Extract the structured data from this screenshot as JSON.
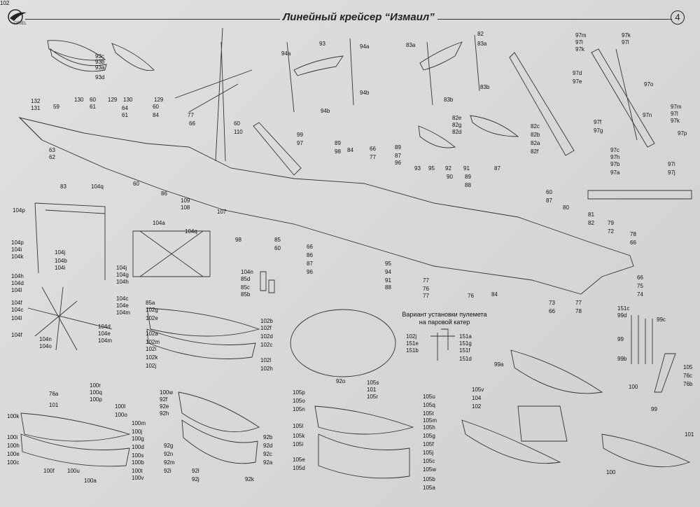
{
  "header": {
    "title": "Линейный крейсер “Измаил”",
    "page_number": "4",
    "logo_text": "ORIEL"
  },
  "note": {
    "line1": "Вариант установки пулемета",
    "line2": "на паровой катер"
  },
  "labels": [
    "93c",
    "93b",
    "93a",
    "93d",
    "93",
    "94a",
    "94a",
    "94b",
    "94b",
    "82",
    "83a",
    "83a",
    "83b",
    "83b",
    "97m",
    "97l",
    "97k",
    "97k",
    "97l",
    "97d",
    "97e",
    "97o",
    "97m",
    "97l",
    "97k",
    "97f",
    "97g",
    "97p",
    "97n",
    "97c",
    "97h",
    "97b",
    "97a",
    "97i",
    "97j",
    "82e",
    "82g",
    "82d",
    "82c",
    "82b",
    "82a",
    "82f",
    "132",
    "131",
    "59",
    "130",
    "60",
    "61",
    "129",
    "130",
    "64",
    "61",
    "129",
    "60",
    "84",
    "63",
    "62",
    "77",
    "66",
    "60",
    "110",
    "99",
    "97",
    "89",
    "98",
    "84",
    "66",
    "77",
    "89",
    "87",
    "96",
    "93",
    "95",
    "92",
    "91",
    "87",
    "90",
    "89",
    "88",
    "60",
    "86",
    "109",
    "108",
    "107",
    "98",
    "85",
    "60",
    "66",
    "86",
    "87",
    "96",
    "95",
    "94",
    "91",
    "88",
    "60",
    "87",
    "80",
    "81",
    "82",
    "79",
    "72",
    "78",
    "66",
    "77",
    "76",
    "77",
    "66",
    "75",
    "74",
    "73",
    "66",
    "77",
    "78",
    "76",
    "84",
    "83",
    "104q",
    "104p",
    "104a",
    "104q",
    "104p",
    "104i",
    "104k",
    "104j",
    "104b",
    "104i",
    "104j",
    "104g",
    "104h",
    "104h",
    "104d",
    "104l",
    "104c",
    "104e",
    "104m",
    "104f",
    "104c",
    "104l",
    "104d",
    "104e",
    "104m",
    "104f",
    "104n",
    "104o",
    "104n",
    "85d",
    "85c",
    "85b",
    "85a",
    "102g",
    "102e",
    "102b",
    "102f",
    "102d",
    "102c",
    "102a",
    "102m",
    "102i",
    "102k",
    "102j",
    "102l",
    "102h",
    "102j",
    "151e",
    "151b",
    "151a",
    "151g",
    "151f",
    "151d",
    "151c",
    "99d",
    "99c",
    "99",
    "99b",
    "99a",
    "105",
    "76c",
    "76b",
    "76a",
    "100r",
    "100q",
    "100p",
    "101",
    "100l",
    "100o",
    "100k",
    "100m",
    "100j",
    "100g",
    "100i",
    "100d",
    "100h",
    "100e",
    "100s",
    "100b",
    "100c",
    "100t",
    "100f",
    "100u",
    "100v",
    "100a",
    "100w",
    "92f",
    "92e",
    "92h",
    "92b",
    "92d",
    "92c",
    "92a",
    "92g",
    "92n",
    "92m",
    "92i",
    "92l",
    "92j",
    "92k",
    "92o",
    "105s",
    "101",
    "105r",
    "105p",
    "105u",
    "105o",
    "105q",
    "105n",
    "105t",
    "105m",
    "105l",
    "105h",
    "105k",
    "105g",
    "105i",
    "105f",
    "105j",
    "105e",
    "105c",
    "105d",
    "105w",
    "105b",
    "105a",
    "105v",
    "104",
    "102",
    "100",
    "99",
    "101",
    "100",
    "102"
  ]
}
